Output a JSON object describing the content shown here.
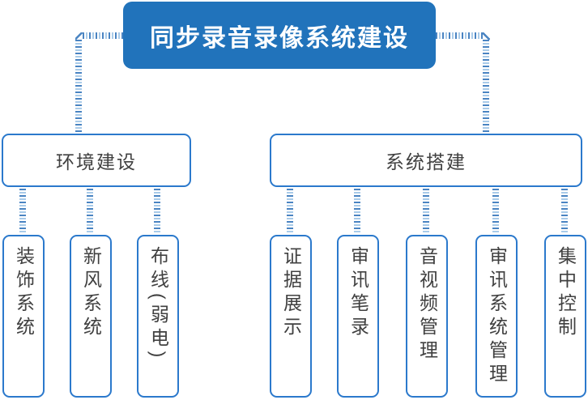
{
  "diagram": {
    "root": {
      "label": "同步录音录像系统建设"
    },
    "groups": [
      {
        "label": "环境建设",
        "children": [
          "装饰系统",
          "新风系统",
          "布线(弱电)"
        ]
      },
      {
        "label": "系统搭建",
        "children": [
          "证据展示",
          "审讯笔录",
          "音视频管理",
          "审讯系统管理",
          "集中控制"
        ]
      }
    ]
  },
  "colors": {
    "root_fill": "#2173bb",
    "box_border": "#2b79cc",
    "text_color": "#404040",
    "title_text": "#ffffff",
    "dash_dark": "#4a84c2",
    "dash_light": "#a9cbe9",
    "bg": "#ffffff"
  }
}
